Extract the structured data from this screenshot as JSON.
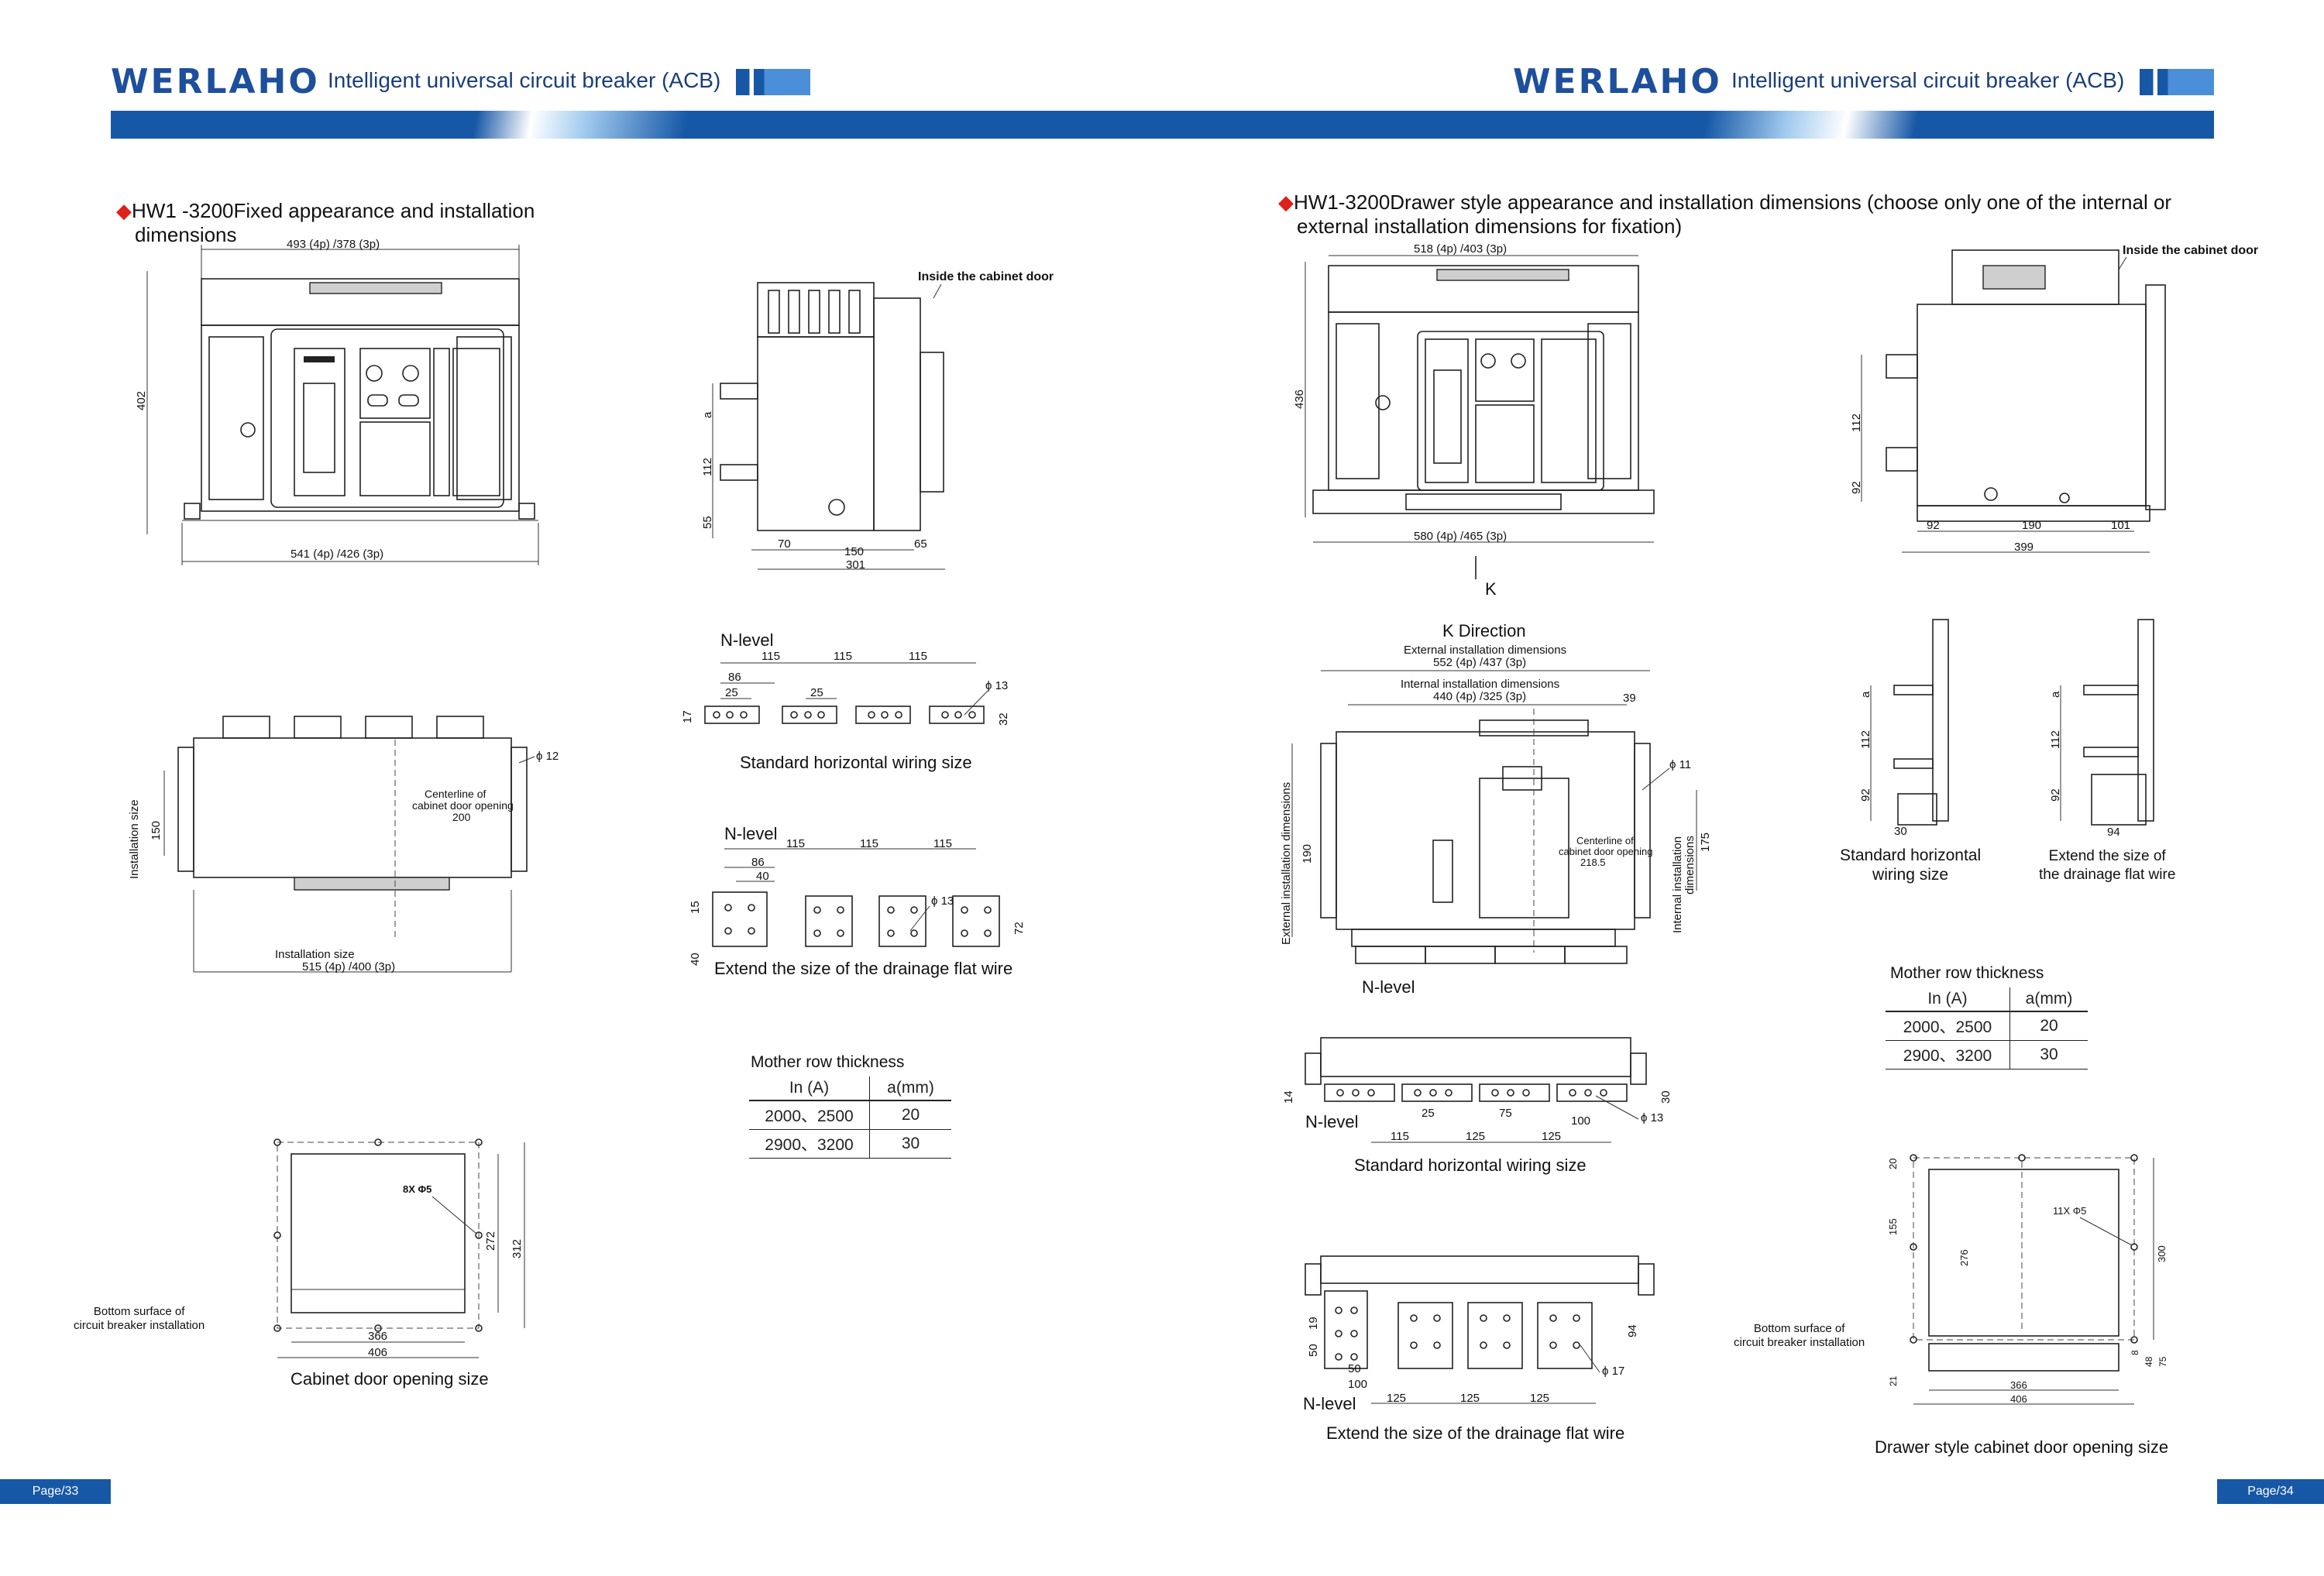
{
  "header": {
    "brand": "WERLAHO",
    "subtitle": "Intelligent universal circuit breaker (ACB)",
    "accent": "#1d4f9c",
    "band_color": "#1758a6"
  },
  "left": {
    "section_title_line1": "HW1 -3200Fixed appearance and installation",
    "section_title_line2": "dimensions",
    "front": {
      "top_dim": "493 (4p) /378 (3p)",
      "bottom_dim": "541 (4p) /426 (3p)",
      "height_dim": "402"
    },
    "side": {
      "callout": "Inside the cabinet door",
      "a": "a",
      "d112": "112",
      "d55": "55",
      "d70": "70",
      "d150": "150",
      "d65": "65",
      "d301": "301"
    },
    "wiring_h": {
      "nlevel": "N-level",
      "d115a": "115",
      "d115b": "115",
      "d115c": "115",
      "d86": "86",
      "d25a": "25",
      "d25b": "25",
      "d17": "17",
      "d32": "32",
      "phi": "ϕ 13",
      "caption": "Standard horizontal wiring size"
    },
    "wiring_v": {
      "nlevel": "N-level",
      "d115a": "115",
      "d115b": "115",
      "d115c": "115",
      "d86": "86",
      "d40": "40",
      "d15": "15",
      "d40b": "40",
      "d72": "72",
      "phi": "ϕ 13",
      "caption": "Extend the size of the drainage flat wire"
    },
    "install": {
      "phi": "ϕ 12",
      "centerline1": "Centerline of",
      "centerline2": "cabinet door opening",
      "centerline3": "200",
      "vert_label": "Installation size",
      "d150": "150",
      "label": "Installation size",
      "dim": "515 (4p) /400 (3p)"
    },
    "table": {
      "title": "Mother row thickness",
      "headers": [
        "In (A)",
        "a(mm)"
      ],
      "rows": [
        [
          "2000、2500",
          "20"
        ],
        [
          "2900、3200",
          "30"
        ]
      ]
    },
    "door": {
      "holes": "8X Φ5",
      "d272": "272",
      "d312": "312",
      "d366": "366",
      "d406": "406",
      "bottom1": "Bottom surface of",
      "bottom2": "circuit breaker installation",
      "caption": "Cabinet door opening size"
    },
    "page": "Page/33"
  },
  "right": {
    "section_title_line1": "HW1-3200Drawer style appearance and installation dimensions (choose only one of the internal or",
    "section_title_line2": "external installation dimensions for fixation)",
    "front": {
      "top_dim": "518 (4p) /403 (3p)",
      "bottom_dim": "580 (4p) /465 (3p)",
      "height_dim": "436",
      "k": "K"
    },
    "side": {
      "callout": "Inside the cabinet door",
      "d112": "112",
      "d92": "92",
      "d92b": "92",
      "d190": "190",
      "d101": "101",
      "d399": "399"
    },
    "kdir": {
      "title": "K Direction",
      "ext_label": "External installation dimensions",
      "ext_dim": "552 (4p) /437 (3p)",
      "int_label": "Internal installation dimensions",
      "int_dim": "440 (4p) /325 (3p)",
      "d39": "39",
      "phi11": "ϕ 11",
      "vert_ext": "External installation dimensions",
      "d190": "190",
      "vert_int1": "Internal installation",
      "vert_int2": "dimensions",
      "d175": "175",
      "centerline1": "Centerline of",
      "centerline2": "cabinet door opening",
      "centerline3": "218.5",
      "nlevel": "N-level"
    },
    "wiring_side_h": {
      "a": "a",
      "d112": "112",
      "d92": "92",
      "d30": "30",
      "caption1": "Standard horizontal",
      "caption2": "wiring size"
    },
    "wiring_side_v": {
      "a": "a",
      "d112": "112",
      "d92": "92",
      "d94": "94",
      "caption1": "Extend the size of",
      "caption2": "the drainage flat wire"
    },
    "table": {
      "title": "Mother row thickness",
      "headers": [
        "In (A)",
        "a(mm)"
      ],
      "rows": [
        [
          "2000、2500",
          "20"
        ],
        [
          "2900、3200",
          "30"
        ]
      ]
    },
    "wiring_h": {
      "d14": "14",
      "d30": "30",
      "d25": "25",
      "d75": "75",
      "d100": "100",
      "phi": "ϕ 13",
      "nlevel": "N-level",
      "d115": "115",
      "d125a": "125",
      "d125b": "125",
      "caption": "Standard horizontal wiring size"
    },
    "wiring_v": {
      "d19": "19",
      "d50": "50",
      "d94": "94",
      "d50b": "50",
      "d100": "100",
      "phi": "ϕ 17",
      "nlevel": "N-level",
      "d125a": "125",
      "d125b": "125",
      "d125c": "125",
      "caption": "Extend the size of the drainage flat wire"
    },
    "door": {
      "d20": "20",
      "d155": "155",
      "holes": "11X Φ5",
      "d276": "276",
      "d300": "300",
      "d8": "8",
      "d48": "48",
      "d75": "75",
      "d21": "21",
      "d366": "366",
      "d406": "406",
      "bottom1": "Bottom surface of",
      "bottom2": "circuit breaker installation",
      "caption": "Drawer style cabinet door opening size"
    },
    "page": "Page/34"
  }
}
